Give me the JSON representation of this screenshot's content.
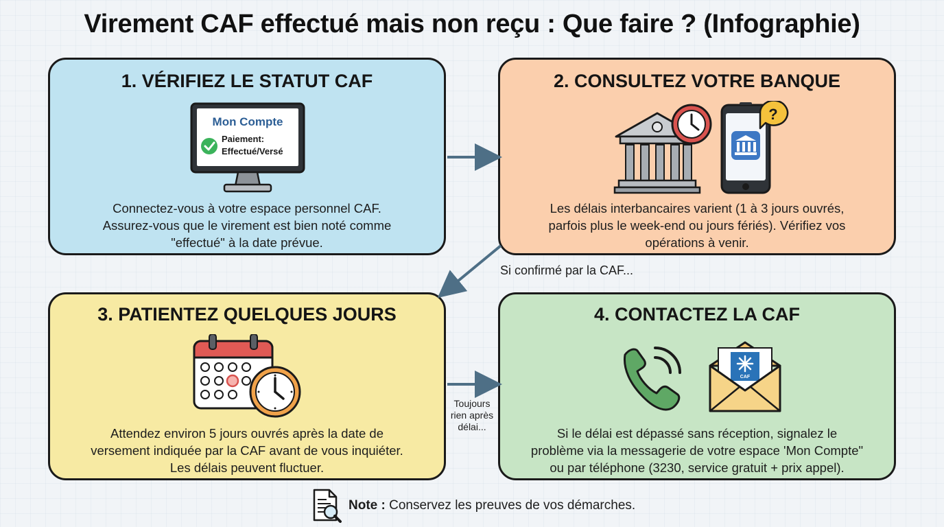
{
  "title": "Virement CAF effectué mais non reçu : Que faire ? (Infographie)",
  "colors": {
    "step1_bg": "#bfe3f1",
    "step2_bg": "#fbcfad",
    "step3_bg": "#f7eaa3",
    "step4_bg": "#c7e5c5",
    "arrow": "#4e6f86",
    "border": "#1a1a1a"
  },
  "steps": [
    {
      "title": "1. VÉRIFIEZ LE STATUT CAF",
      "icon": "computer-monitor-icon",
      "screen_title": "Mon Compte",
      "screen_label": "Paiement:",
      "screen_status": "Effectué/Versé",
      "text_lines": [
        "Connectez-vous à votre espace personnel CAF.",
        "Assurez-vous que le virement est bien noté comme",
        "\"effectué\" à la date prévue."
      ]
    },
    {
      "title": "2. CONSULTEZ VOTRE BANQUE",
      "icon": "bank-building-icon",
      "text_lines": [
        "Les délais interbancaires varient (1 à 3 jours ouvrés,",
        "parfois plus le week-end ou jours fériés). Vérifiez vos",
        "opérations à venir."
      ]
    },
    {
      "title": "3. PATIENTEZ QUELQUES JOURS",
      "icon": "calendar-clock-icon",
      "text_lines": [
        "Attendez environ 5 jours ouvrés après la date de",
        "versement indiquée par la CAF avant de vous inquiéter.",
        "Les délais peuvent fluctuer."
      ]
    },
    {
      "title": "4. CONTACTEZ LA CAF",
      "icon": "phone-icon",
      "envelope_label": "CAF",
      "text_lines": [
        "Si le délai est dépassé sans réception, signalez le",
        "problème via la messagerie de votre espace 'Mon Compte\"",
        "ou par téléphone (3230, service gratuit + prix appel)."
      ]
    }
  ],
  "flow_labels": {
    "confirmed": "Si confirmé par la CAF...",
    "still_nothing": [
      "Toujours",
      "rien après",
      "délai..."
    ]
  },
  "note": {
    "icon": "document-search-icon",
    "label": "Note :",
    "text": " Conservez les preuves de vos démarches."
  }
}
